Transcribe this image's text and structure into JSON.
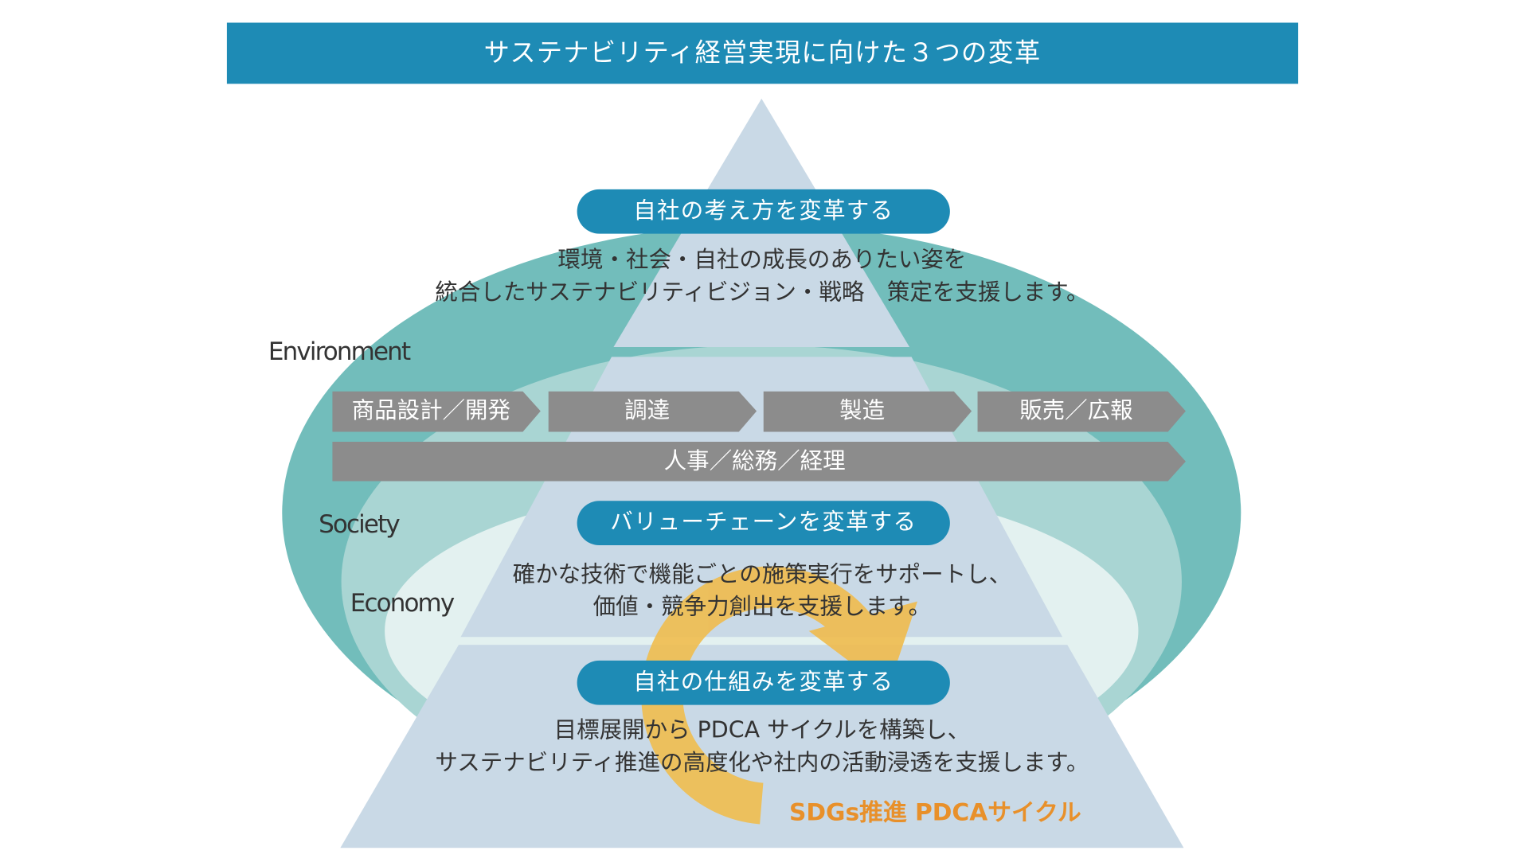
{
  "title": "サステナビリティ経営実現に向けた３つの変革",
  "spheres": {
    "environment": "Environment",
    "society": "Society",
    "economy": "Economy"
  },
  "tiers": [
    {
      "label": "自社の考え方を変革する",
      "lines": [
        "環境・社会・自社の成長のありたい姿を",
        "統合したサステナビリティビジョン・戦略　策定を支援します。"
      ]
    },
    {
      "label": "バリューチェーンを変革する",
      "lines": [
        "確かな技術で機能ごとの施策実行をサポートし、",
        "価値・競争力創出を支援します。"
      ]
    },
    {
      "label": "自社の仕組みを変革する",
      "lines": [
        "目標展開から PDCA サイクルを構築し、",
        "サステナビリティ推進の高度化や社内の活動浸透を支援します。"
      ]
    }
  ],
  "value_chain": [
    "商品設計／開発",
    "調達",
    "製造",
    "販売／広報"
  ],
  "support_functions": "人事／総務／経理",
  "cycle_label": "SDGs推進 PDCAサイクル",
  "colors": {
    "title": "#1e8bb5",
    "outer": "#72bdbb",
    "middle": "#a9d5d3",
    "inner": "#e3f1f0",
    "pyramid": "#c9d9e6",
    "arrow": "#8c8c8c",
    "cycle": "#f0bc4e",
    "cycle_text": "#e8902a"
  }
}
